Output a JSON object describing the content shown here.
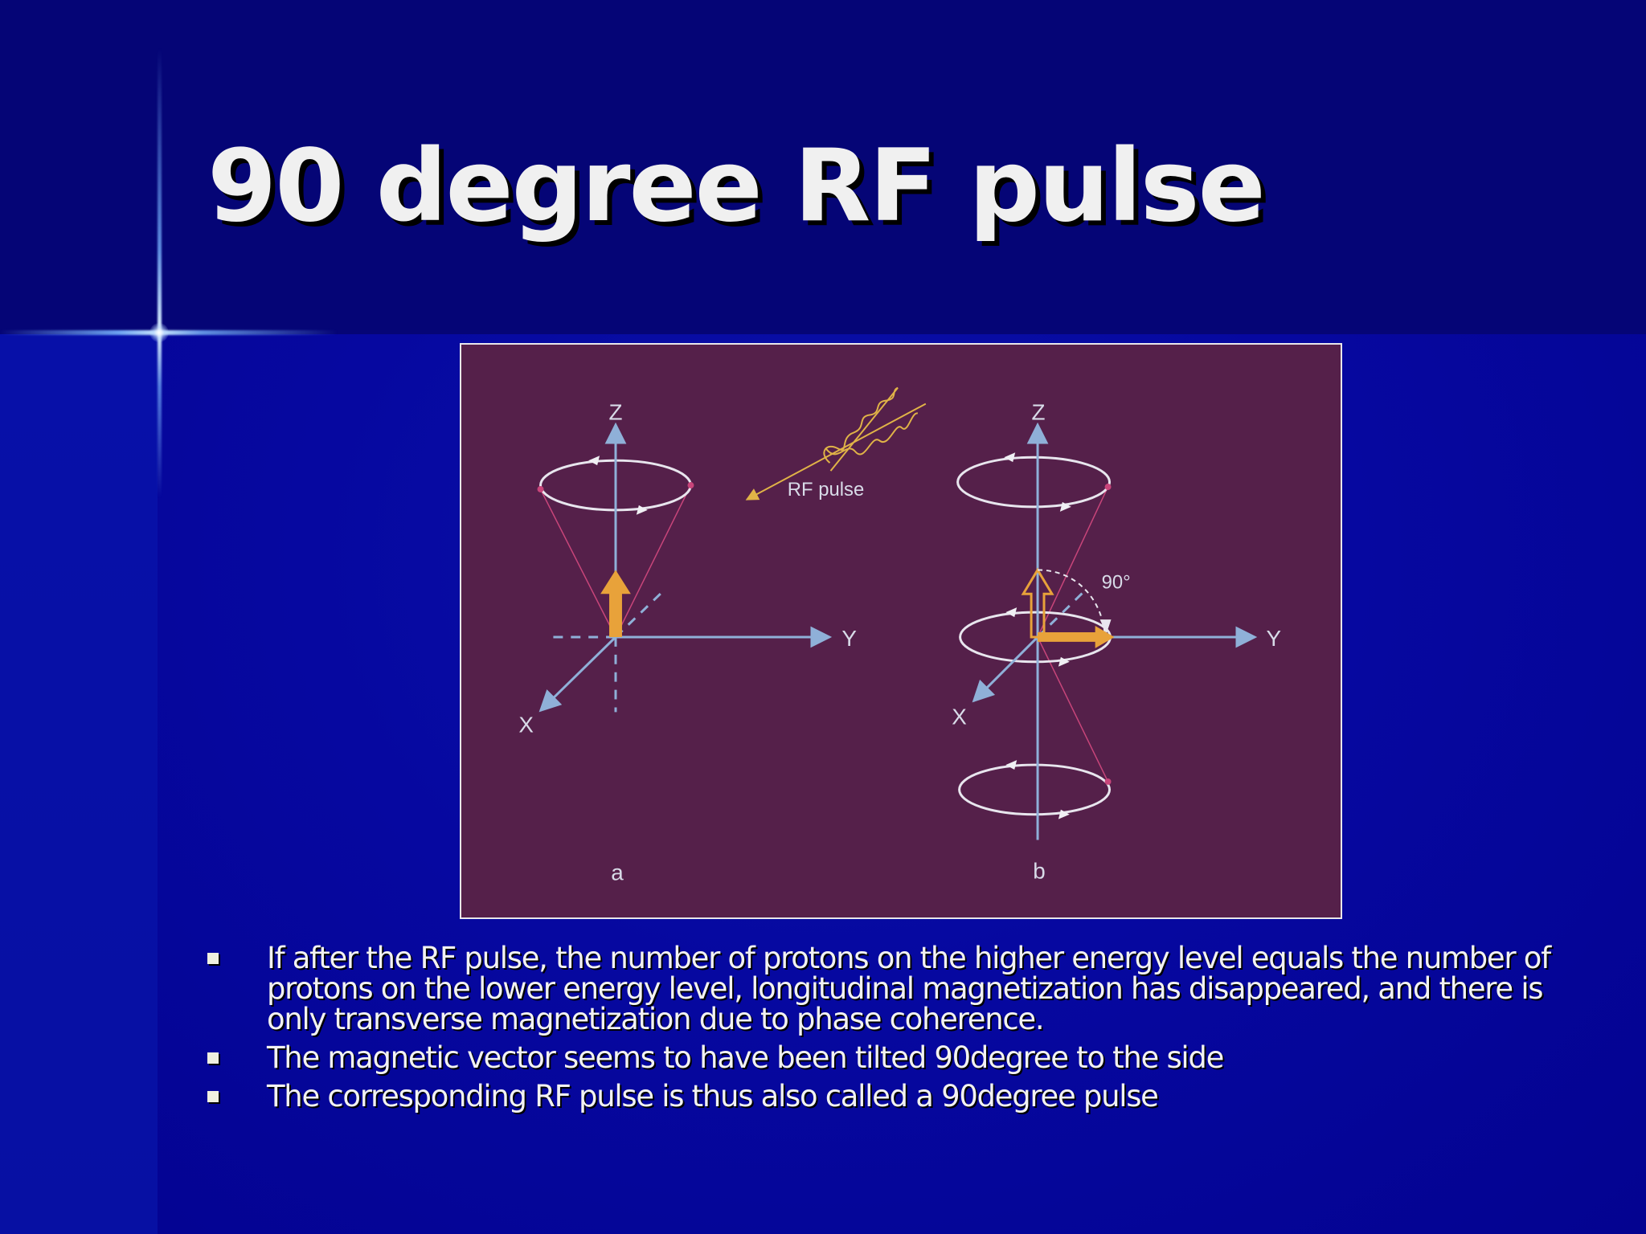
{
  "slide": {
    "title": "90 degree RF pulse",
    "figure": {
      "panel_a_label": "a",
      "panel_b_label": "b",
      "axis_z": "Z",
      "axis_y": "Y",
      "axis_x": "X",
      "rf_label": "RF pulse",
      "angle_label": "90°"
    },
    "bullets": [
      "If after the RF pulse, the number of protons on the higher energy level equals the number of protons on the lower energy level, longitudinal magnetization has disappeared, and there is only transverse magnetization due to phase coherence.",
      "The magnetic vector seems to have been tilted 90degree to the side",
      "The corresponding RF pulse is thus also called a 90degree pulse"
    ]
  },
  "colors": {
    "background": "#04037e",
    "title_text": "#f0f0f0",
    "figure_background": "#55204a",
    "axis_color": "#8fb0d8",
    "vector_color": "#e8a23a",
    "cone_line_color": "#c8457a"
  }
}
